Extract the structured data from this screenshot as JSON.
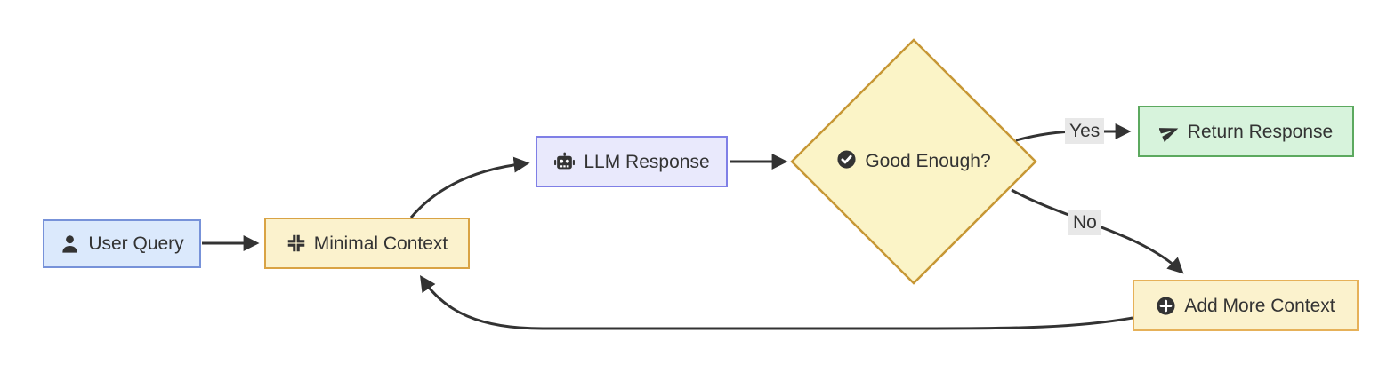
{
  "diagram": {
    "type": "flowchart",
    "background": "#ffffff",
    "nodes": {
      "user_query": {
        "label": "User Query",
        "icon": "user-icon",
        "shape": "rect",
        "fill": "#dbe9fc",
        "stroke": "#7792d9"
      },
      "minimal_context": {
        "label": "Minimal Context",
        "icon": "compress-icon",
        "shape": "rect",
        "fill": "#fbf2cd",
        "stroke": "#d9a344"
      },
      "llm_response": {
        "label": "LLM Response",
        "icon": "robot-icon",
        "shape": "rect",
        "fill": "#e9e9fc",
        "stroke": "#7f7fe6"
      },
      "good_enough": {
        "label": "Good Enough?",
        "icon": "check-circle-icon",
        "shape": "diamond",
        "fill": "#fbf4c7",
        "stroke": "#c79735"
      },
      "return_response": {
        "label": "Return Response",
        "icon": "paper-plane-icon",
        "shape": "rect",
        "fill": "#d7f3dc",
        "stroke": "#5ca95f"
      },
      "add_more_context": {
        "label": "Add More Context",
        "icon": "circle-plus-icon",
        "shape": "rect",
        "fill": "#fbf2cd",
        "stroke": "#e6b159"
      }
    },
    "edges": [
      {
        "from": "user_query",
        "to": "minimal_context",
        "label": ""
      },
      {
        "from": "minimal_context",
        "to": "llm_response",
        "label": ""
      },
      {
        "from": "llm_response",
        "to": "good_enough",
        "label": ""
      },
      {
        "from": "good_enough",
        "to": "return_response",
        "label": "Yes"
      },
      {
        "from": "good_enough",
        "to": "add_more_context",
        "label": "No"
      },
      {
        "from": "add_more_context",
        "to": "minimal_context",
        "label": ""
      }
    ],
    "edge_labels": {
      "yes": "Yes",
      "no": "No"
    },
    "colors": {
      "edge": "#333333",
      "text": "#333333",
      "icon": "#333333",
      "edge_label_bg": "#e8e8e8"
    }
  }
}
